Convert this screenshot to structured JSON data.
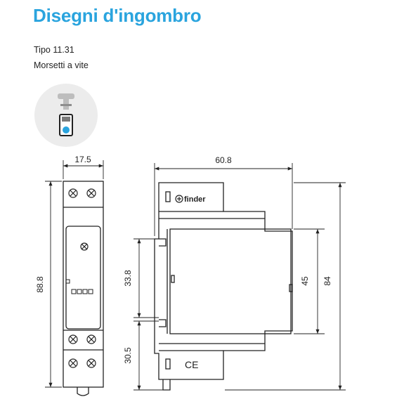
{
  "header": {
    "title": "Disegni d'ingombro",
    "type_line": "Tipo 11.31",
    "terminal_line": "Morsetti a vite"
  },
  "icon": {
    "name": "screw-terminal-icon",
    "accent": "#2aa4de"
  },
  "front_view": {
    "width_label": "17.5",
    "height_label": "88.8"
  },
  "side_view": {
    "width_label": "60.8",
    "height_total_label": "84",
    "front_height_label": "45",
    "upper_offset_label": "33.8",
    "lower_offset_label": "30.5",
    "brand_text": "finder",
    "mark_text": "CE"
  },
  "colors": {
    "title": "#2aa4de",
    "lines": "#222222"
  }
}
